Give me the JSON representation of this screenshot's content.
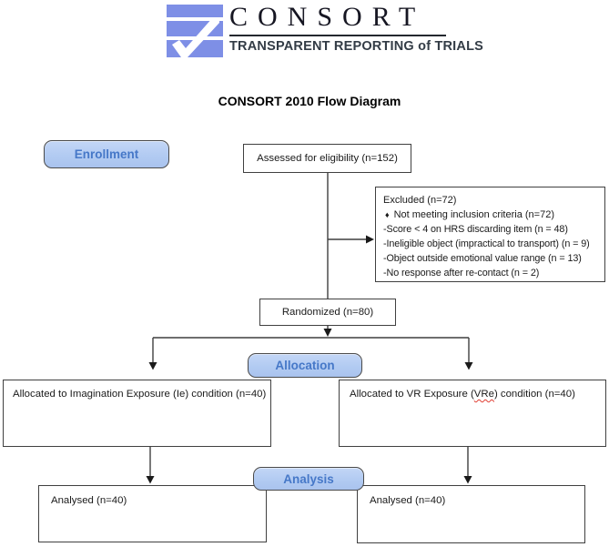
{
  "logo": {
    "icon_name": "consort-checkmark-icon",
    "wordmark": "CONSORT",
    "tagline": "TRANSPARENT REPORTING of TRIALS"
  },
  "diagram_title": "CONSORT 2010 Flow Diagram",
  "stage_labels": {
    "enrollment": "Enrollment",
    "allocation": "Allocation",
    "analysis": "Analysis"
  },
  "nodes": {
    "assessed": {
      "label": "Assessed for eligibility (n=152)"
    },
    "excluded": {
      "title": "Excluded (n=72)",
      "bullet_glyph": "♦",
      "bullet_text": "Not meeting inclusion criteria (n=72)",
      "reasons": [
        "-Score < 4 on HRS discarding item (n = 48)",
        "-Ineligible object (impractical to transport) (n = 9)",
        "-Object outside emotional value range (n = 13)",
        "-No response after re-contact (n = 2)"
      ]
    },
    "randomized": {
      "label": "Randomized (n=80)"
    },
    "allocated_ie": {
      "label": "Allocated to Imagination Exposure (Ie) condition (n=40)"
    },
    "allocated_vre": {
      "label_prefix": "Allocated to VR Exposure (",
      "label_misspelled": "VRe",
      "label_suffix": ") condition (n=40)"
    },
    "analysed_ie": {
      "label": "Analysed (n=40)"
    },
    "analysed_vre": {
      "label": "Analysed (n=40)"
    }
  },
  "colors": {
    "logo_blue": "#7e8fe6",
    "stage_pill_fill": "#b2cbf2",
    "stage_pill_text": "#4678c8",
    "connector_line": "#3f3f3f",
    "spellcheck_underline": "#e03c31"
  }
}
